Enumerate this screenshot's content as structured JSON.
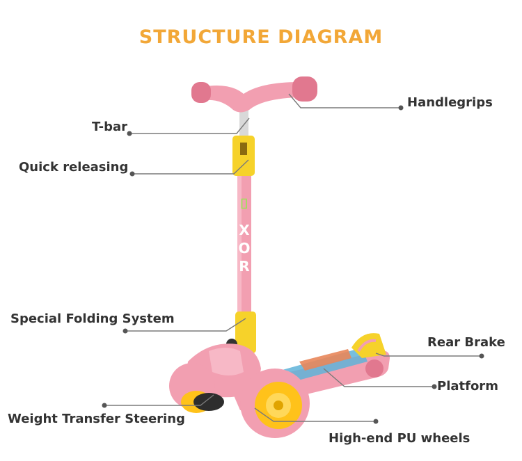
{
  "title": "STRUCTURE DIAGRAM",
  "colors": {
    "title": "#f2a737",
    "label": "#333333",
    "leader": "#7a7a7a",
    "scooter_pink": "#f29fb1",
    "scooter_pink_dark": "#e1788f",
    "wheel_yellow": "#ffc21a",
    "clamp_yellow": "#f6d22a",
    "tbar_silver": "#d9d9d9"
  },
  "brand_text": "XOR",
  "labels": {
    "handlegrips": "Handlegrips",
    "tbar": "T-bar",
    "quick_releasing": "Quick releasing",
    "special_folding": "Special Folding System",
    "rear_brake": "Rear Brake",
    "platform": "Platform",
    "weight_transfer": "Weight Transfer Steering",
    "pu_wheels": "High-end PU wheels"
  }
}
